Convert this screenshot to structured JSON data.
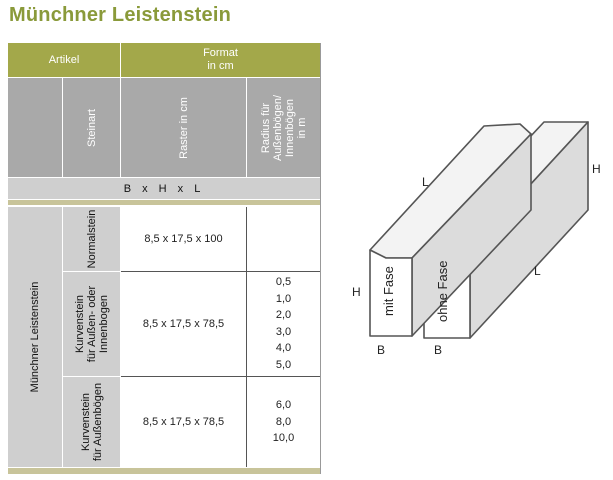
{
  "title": "Münchner Leistenstein",
  "table": {
    "header_artikel": "Artikel",
    "header_format": [
      "Format",
      "in cm"
    ],
    "header_steinart": "Steinart",
    "header_raster": "Raster in cm",
    "header_radius": [
      "Radius für",
      "Außenbögen/",
      "Innenbögen",
      "in m"
    ],
    "dims_row": "B x H x L",
    "group_label": "Münchner Leistenstein",
    "rows": [
      {
        "type": [
          "Normalstein"
        ],
        "format": "8,5 x 17,5 x 100",
        "radius": []
      },
      {
        "type": [
          "Kurvenstein",
          "für Außen- oder",
          "Innenbogen"
        ],
        "format": "8,5 x 17,5 x 78,5",
        "radius": [
          "0,5",
          "1,0",
          "2,0",
          "3,0",
          "4,0",
          "5,0"
        ]
      },
      {
        "type": [
          "Kurvenstein",
          "für Außenbögen"
        ],
        "format": "8,5 x 17,5 x 78,5",
        "radius": [
          "6,0",
          "8,0",
          "10,0"
        ]
      }
    ]
  },
  "drawing": {
    "stone_left_label": "mit Fase",
    "stone_right_label": "ohne Fase",
    "label_L": "L",
    "label_H": "H",
    "label_B": "B"
  },
  "colors": {
    "title": "#8a9a3a",
    "header_olive": "#a3a84a",
    "header_grey": "#a9a9a9",
    "row_light": "#cfcfcf"
  }
}
